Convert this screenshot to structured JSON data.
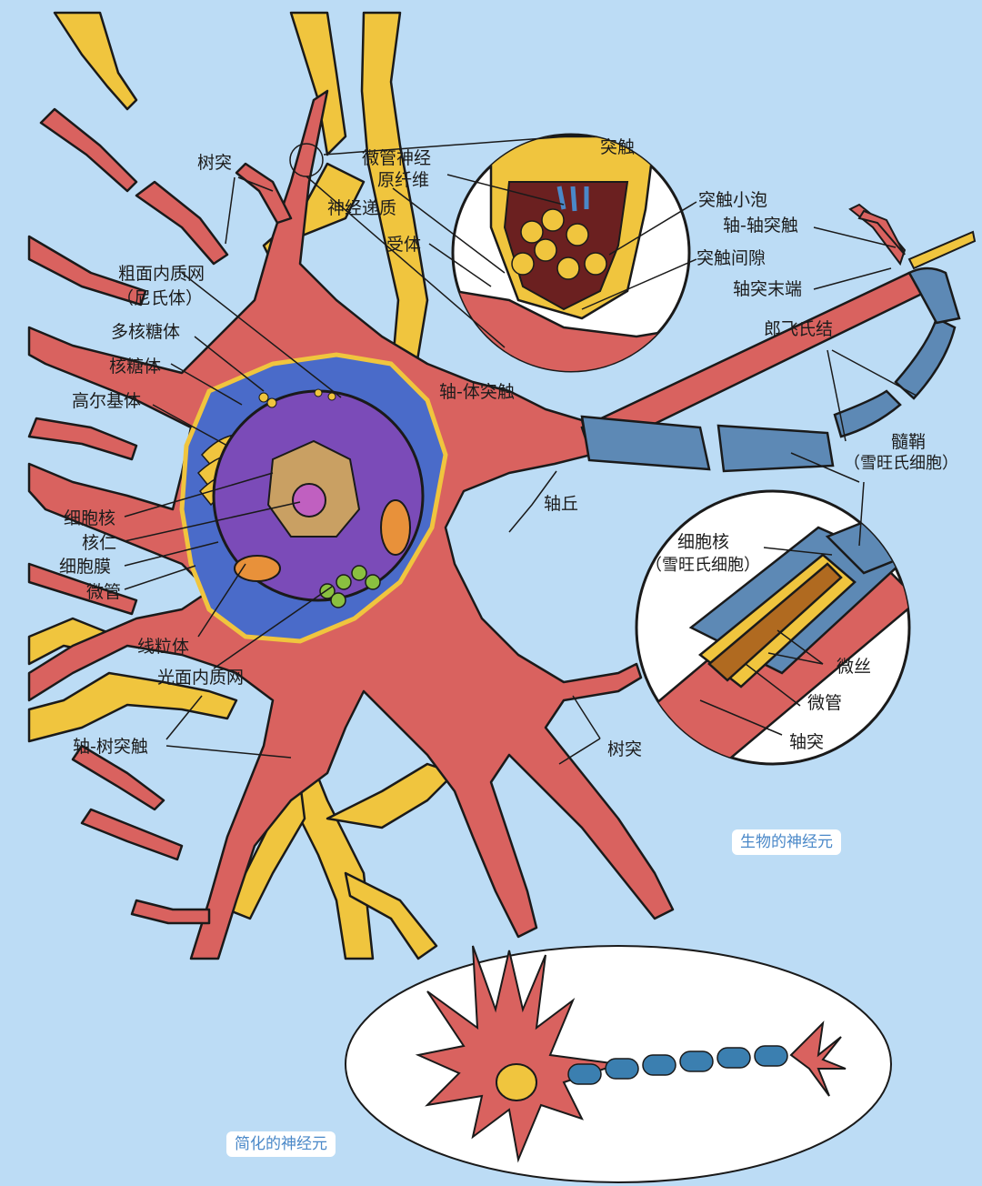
{
  "colors": {
    "background": "#bcdcf5",
    "neuron_body": "#d9625f",
    "dendrite_yellow": "#f0c53e",
    "nucleus": "#7b4bb8",
    "cytoplasm": "#4a6bc9",
    "myelin": "#5d89b5",
    "axon_terminal_dark": "#6b2020",
    "outline": "#1a1a1a"
  },
  "labels": {
    "dendrite_top": "树突",
    "rough_er": "粗面内质网",
    "nissl": "（尼氏体）",
    "polyribosome": "多核糖体",
    "ribosome": "核糖体",
    "golgi": "高尔基体",
    "nucleus": "细胞核",
    "nucleolus": "核仁",
    "cell_membrane": "细胞膜",
    "microtubule": "微管",
    "mitochondrion": "线粒体",
    "smooth_er": "光面内质网",
    "axodendritic": "轴-树突触",
    "dendrite_bottom": "树突",
    "axosomatic": "轴-体突触",
    "axon_hillock": "轴丘",
    "synapse": "突触",
    "microtubule_neurofibril_1": "微管神经",
    "microtubule_neurofibril_2": "原纤维",
    "neurotransmitter": "神经递质",
    "receptor": "受体",
    "synaptic_vesicle": "突触小泡",
    "synaptic_cleft": "突触间隙",
    "axoaxonic": "轴-轴突触",
    "axon_terminal": "轴突末端",
    "node_ranvier": "郎飞氏结",
    "myelin_sheath": "髓鞘",
    "schwann_cell": "（雪旺氏细胞）",
    "schwann_nucleus_1": "细胞核",
    "schwann_nucleus_2": "（雪旺氏细胞）",
    "microfilament": "微丝",
    "inset_microtubule": "微管",
    "axon": "轴突"
  },
  "captions": {
    "biological": "生物的神经元",
    "simplified": "简化的神经元"
  }
}
